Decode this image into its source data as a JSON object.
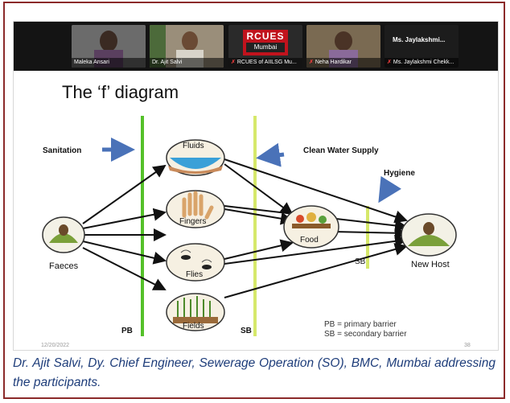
{
  "participants": [
    {
      "name": "Maleka Ansari"
    },
    {
      "name": "Dr. Ajit Salvi"
    },
    {
      "name": "RCUES of AIILSG Mu..."
    },
    {
      "name": "Neha Hardikar"
    },
    {
      "name": "Ms. Jaylakshmi Chekk...",
      "display_name": "Ms. Jaylakshmi..."
    }
  ],
  "logo": {
    "line1": "RCUES",
    "line2": "Mumbai"
  },
  "slide": {
    "title": "The ‘f’ diagram",
    "labels": {
      "sanitation": "Sanitation",
      "clean_water": "Clean Water Supply",
      "hygiene": "Hygiene",
      "faeces": "Faeces",
      "fluids": "Fluids",
      "fingers": "Fingers",
      "flies": "Flies",
      "fields": "Fields",
      "food": "Food",
      "new_host": "New Host",
      "pb": "PB",
      "sb_left": "SB",
      "sb_right": "SB"
    },
    "legend": [
      "PB = primary barrier",
      "SB = secondary barrier"
    ],
    "date": "12/20/2022",
    "page": "38"
  },
  "caption": "Dr. Ajit Salvi, Dy. Chief Engineer, Sewerage Operation (SO), BMC, Mumbai addressing the participants.",
  "colors": {
    "border": "#8b2a2a",
    "caption": "#1e3d7a",
    "pb_line": "#55c12a",
    "sb_line": "#d6e86a",
    "arrow_blue": "#4a72b8"
  }
}
